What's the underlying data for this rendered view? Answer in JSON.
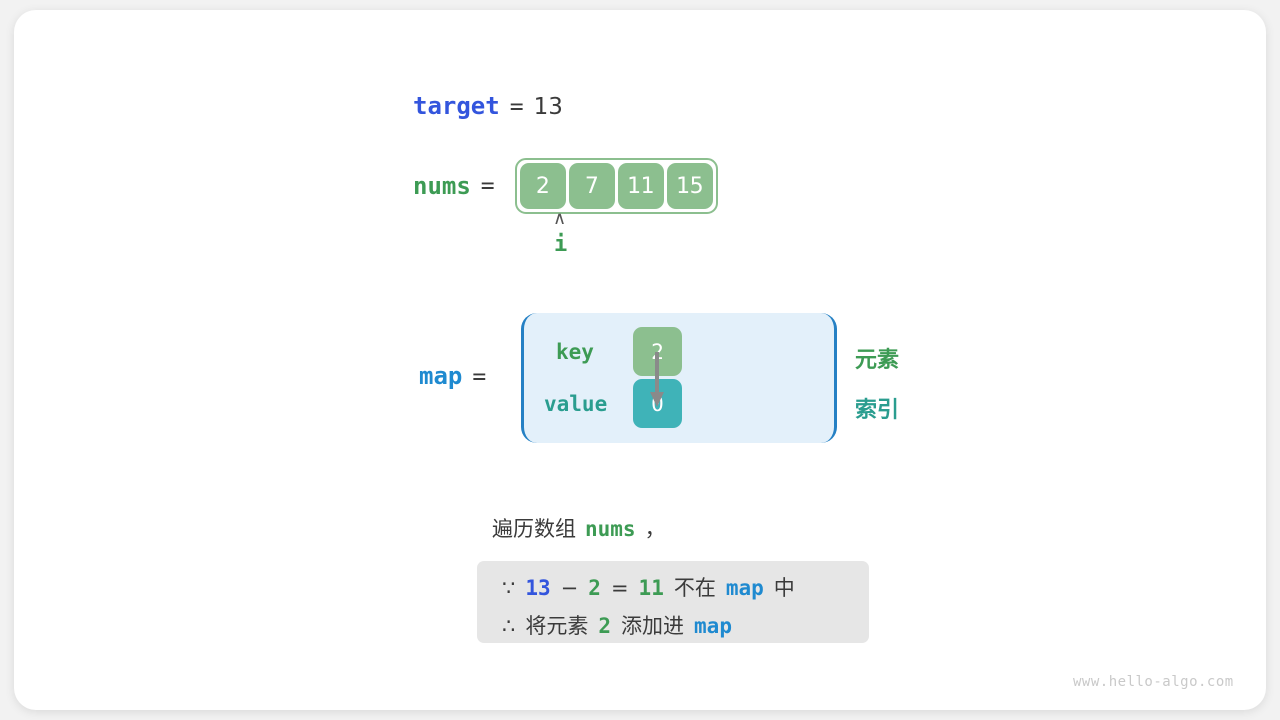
{
  "figure": {
    "target": {
      "name": "target",
      "equals": "=",
      "value": "13"
    },
    "nums": {
      "name": "nums",
      "equals": "=",
      "cells": [
        "2",
        "7",
        "11",
        "15"
      ]
    },
    "pointer": {
      "caret": "∧",
      "label": "i"
    },
    "map": {
      "name": "map",
      "equals": "=",
      "key_label": "key",
      "value_label": "value",
      "key_cell": "2",
      "value_cell": "0",
      "side_top": "元素",
      "side_bottom": "索引"
    },
    "caption": {
      "prefix": "遍历数组",
      "var": "nums",
      "suffix": "，"
    },
    "note": {
      "line1": {
        "because": "∵",
        "a": "13",
        "minus": "−",
        "b": "2",
        "eq": "=",
        "c": "11",
        "text1": "不在",
        "map": "map",
        "text2": "中"
      },
      "line2": {
        "therefore": "∴",
        "text1": "将元素",
        "val": "2",
        "text2": "添加进",
        "map": "map"
      }
    },
    "watermark": "www.hello-algo.com",
    "colors": {
      "cell_green": "#8cbf8f",
      "cell_teal": "#3fb3b8",
      "map_bg": "#e3f0fa",
      "map_border": "#2580c4",
      "note_bg": "#e6e6e6",
      "kw_blue": "#3355dd",
      "kw_lightblue": "#1f8ad0",
      "kw_green": "#3d9b54",
      "kw_tealgreen": "#2a9d8f",
      "text_dark": "#3b3b3b",
      "watermark": "#c9c9c9"
    }
  }
}
